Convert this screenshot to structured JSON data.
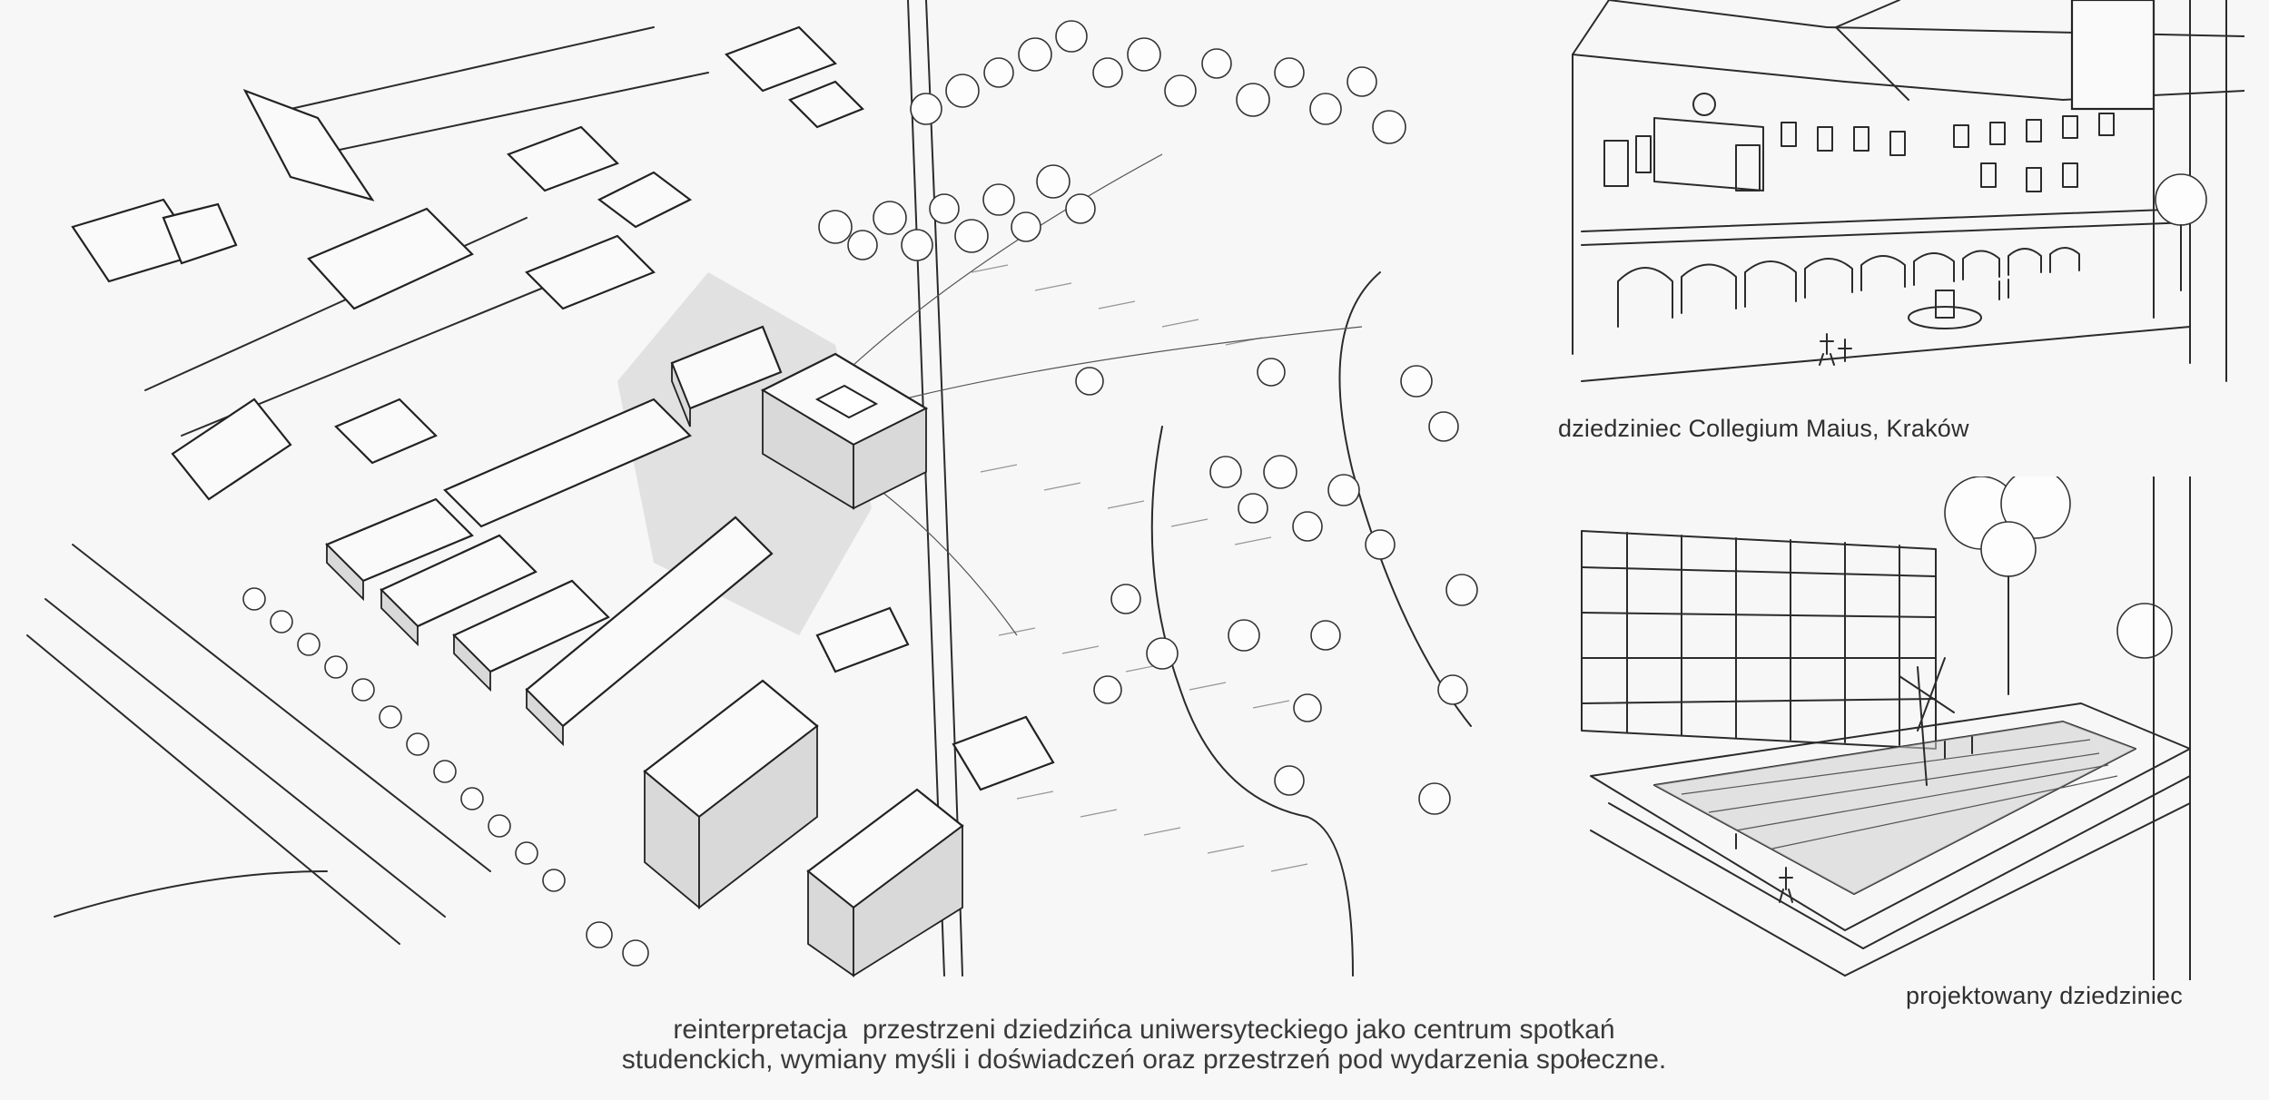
{
  "drawings": {
    "aerial": "aerial-site-sketch",
    "old_courtyard": "collegium-maius-courtyard-sketch",
    "new_courtyard": "designed-courtyard-sketch"
  },
  "captions": {
    "old_courtyard": "dziedziniec Collegium Maius, Kraków",
    "new_courtyard": "projektowany dziedziniec",
    "main_line1": "reinterpretacja  przestrzeni dziedzińca uniwersyteckiego jako centrum spotkań",
    "main_line2": "studenckich, wymiany myśli i doświadczeń oraz przestrzeń pod wydarzenia społeczne."
  }
}
